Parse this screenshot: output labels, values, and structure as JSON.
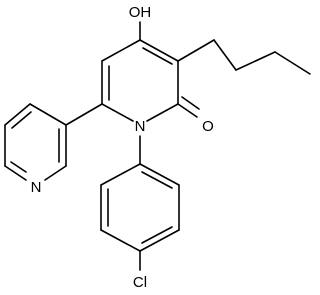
{
  "atom_labels": {
    "hydroxyl": "OH",
    "ring_nitrogen": "N",
    "carbonyl_oxygen": "O",
    "pyridine_nitrogen": "N",
    "chlorine": "Cl"
  },
  "colors": {
    "background": "#ffffff",
    "line": "#000000"
  }
}
